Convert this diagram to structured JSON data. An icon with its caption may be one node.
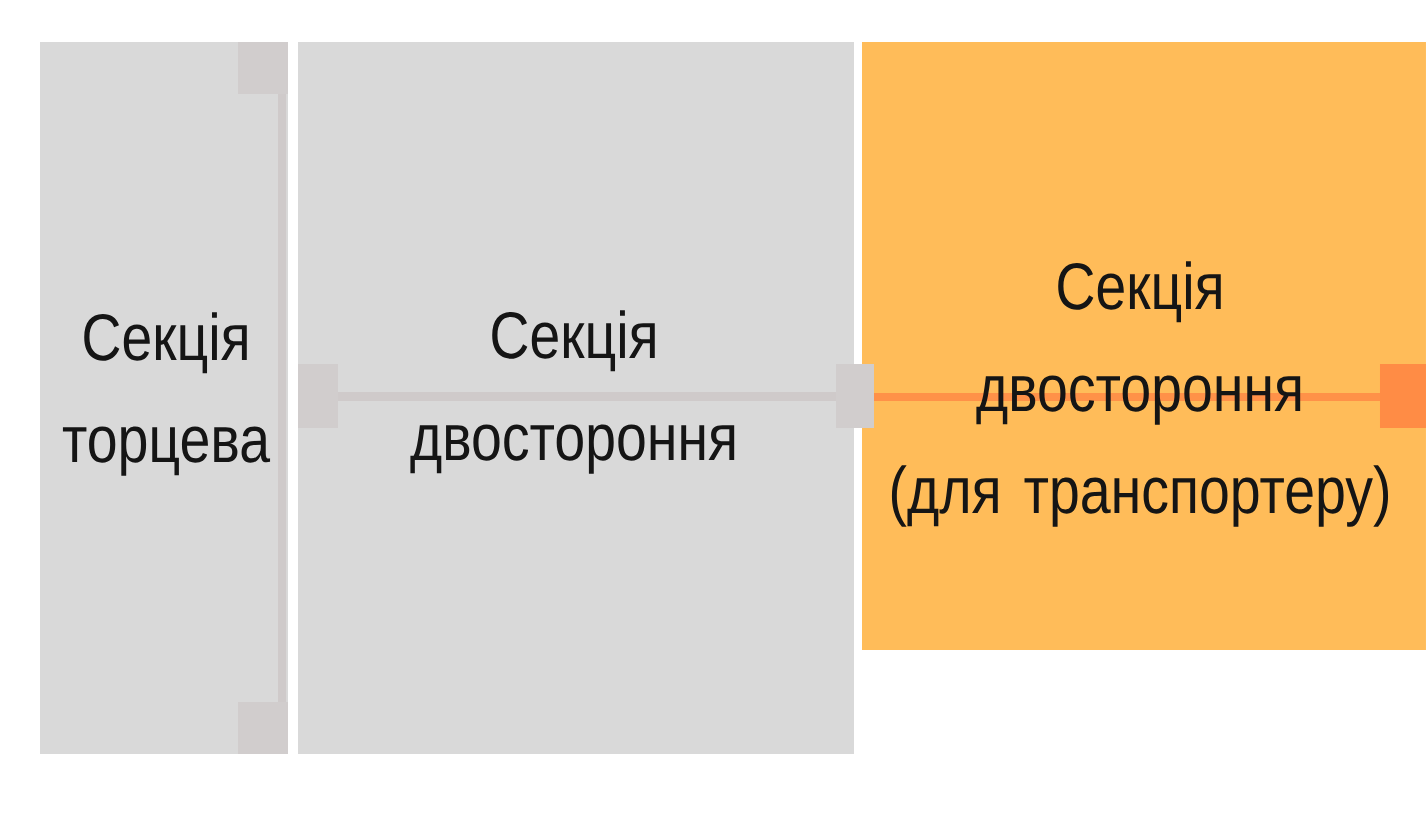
{
  "diagram": {
    "nodes": [
      {
        "text": [
          "Секція торцева"
        ]
      },
      {
        "text": [
          "Секція двостороння"
        ]
      },
      {
        "text": [
          "Секція двостороння (для транспортеру)"
        ]
      }
    ]
  }
}
